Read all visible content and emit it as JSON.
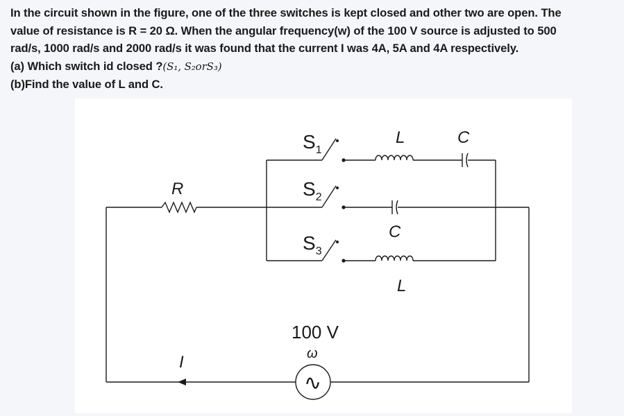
{
  "question": {
    "line1": "In the circuit shown in the figure, one of the three switches is kept closed and other two are open. The",
    "line2": "value of resistance is R = 20 Ω. When the angular frequency(w) of the 100 V source is adjusted to 500",
    "line3": "rad/s, 1000 rad/s and 2000 rad/s it was found that the current I was 4A, 5A and 4A respectively.",
    "part_a_prefix": "(a) Which switch id closed ?",
    "part_a_options": "(S₁, S₂orS₃)",
    "part_b": "(b)Find the value of L and C."
  },
  "circuit": {
    "switch1": {
      "letter": "S",
      "sub": "1"
    },
    "switch2": {
      "letter": "S",
      "sub": "2"
    },
    "switch3": {
      "letter": "S",
      "sub": "3"
    },
    "branch1_inductor": "L",
    "branch1_capacitor": "C",
    "branch2_capacitor": "C",
    "branch3_inductor": "L",
    "resistor": "R",
    "current": "I",
    "source_voltage": "100 V",
    "source_frequency": "ω",
    "source_symbol": "∿"
  }
}
